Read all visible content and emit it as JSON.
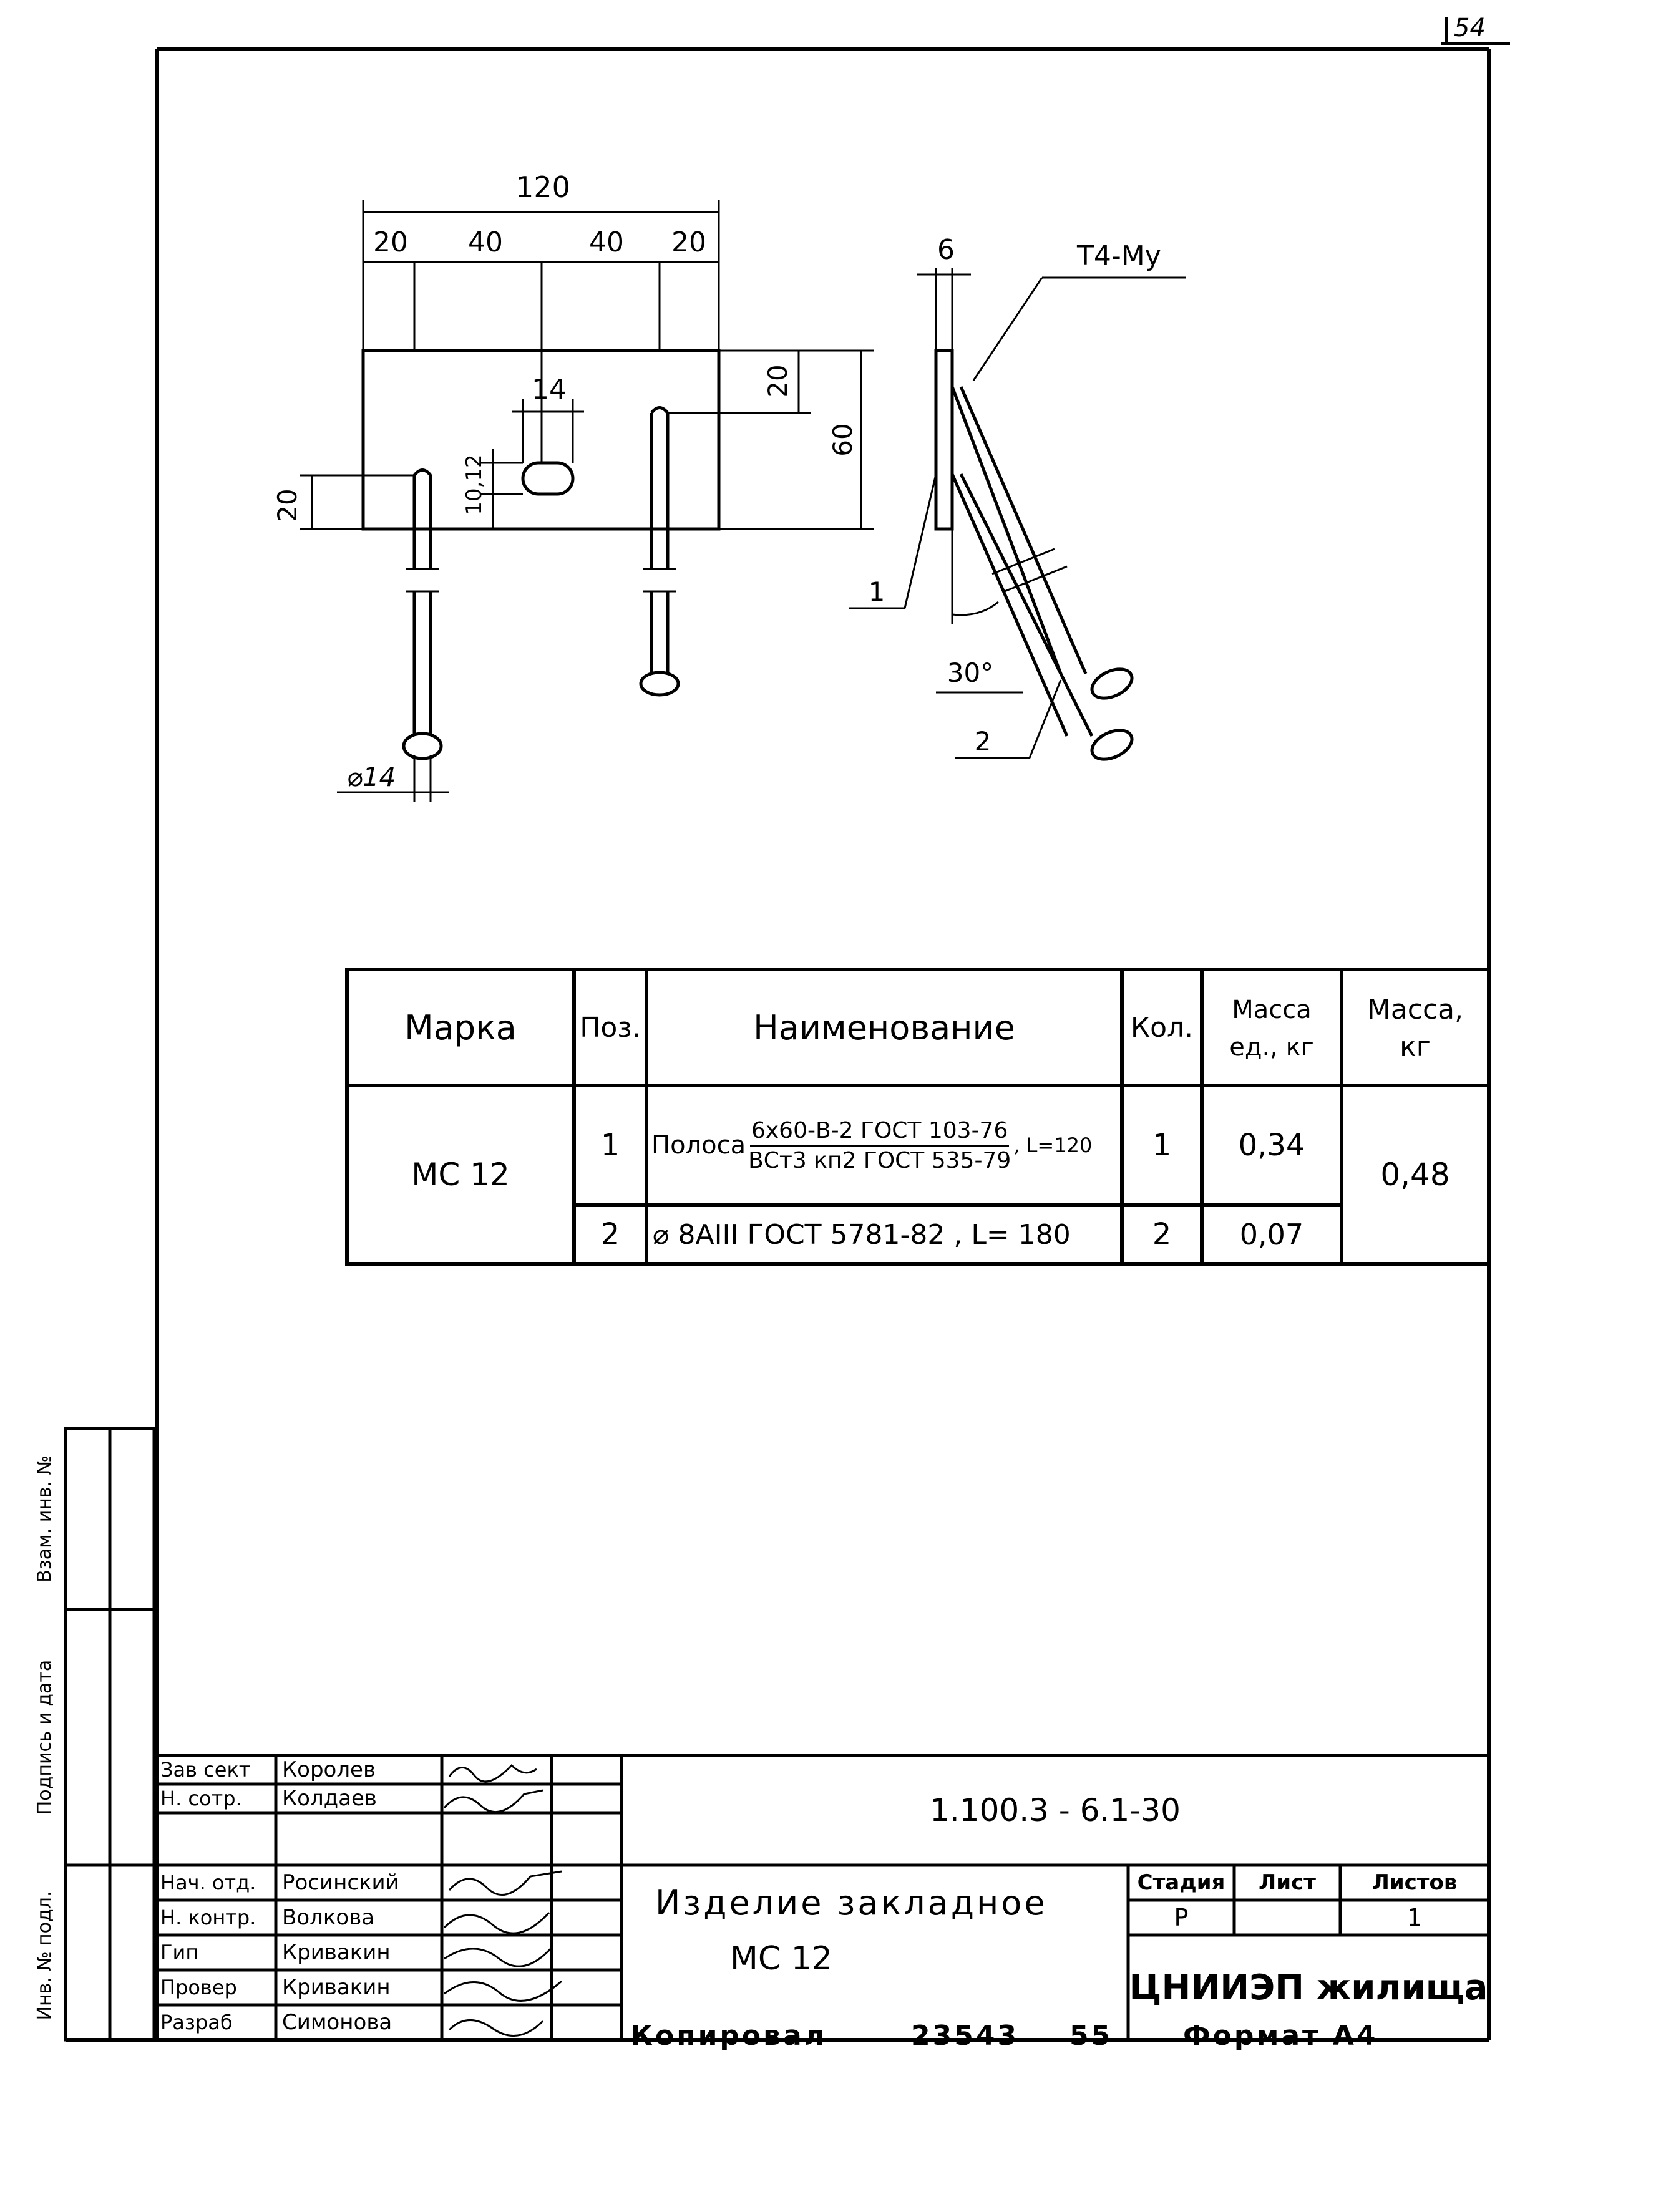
{
  "sheet_number": "54",
  "drawing": {
    "plan_dims": {
      "overall": "120",
      "segments": [
        "20",
        "40",
        "40",
        "20"
      ],
      "slot_width": "14",
      "slot_height": "10,12",
      "bar_offset_left": "20",
      "top_offset": "20",
      "height": "60",
      "bar_diameter": "⌀14"
    },
    "side_dims": {
      "plate_thickness": "6",
      "weld_mark": "Т4-Му",
      "angle": "30°",
      "callout_1": "1",
      "callout_2": "2"
    }
  },
  "spec_table": {
    "headers": {
      "mark": "Марка",
      "pos": "Поз.",
      "name": "Наименование",
      "qty": "Кол.",
      "unit_mass_line1": "Масса",
      "unit_mass_line2": "ед., кг",
      "mass_line1": "Масса,",
      "mass_line2": "кг"
    },
    "mark": "МС 12",
    "total_mass": "0,48",
    "rows": [
      {
        "pos": "1",
        "name_prefix": "Полоса",
        "name_numerator": "6х60-В-2 ГОСТ 103-76",
        "name_denominator": "ВСт3 кп2 ГОСТ 535-79",
        "name_suffix": ", L=120",
        "qty": "1",
        "unit_mass": "0,34"
      },
      {
        "pos": "2",
        "name": "⌀ 8АIII ГОСТ 5781-82 , L= 180",
        "qty": "2",
        "unit_mass": "0,07"
      }
    ]
  },
  "side_stamp": {
    "labels": [
      "Инв. № подл.",
      "Подпись и дата",
      "Взам. инв. №"
    ]
  },
  "title_block": {
    "people": [
      {
        "role": "Зав сект",
        "name": "Королев"
      },
      {
        "role": "Н. сотр.",
        "name": "Колдаев"
      },
      {
        "role": "Нач. отд.",
        "name": "Росинский"
      },
      {
        "role": "Н. контр.",
        "name": "Волкова"
      },
      {
        "role": "Гип",
        "name": "Кривакин"
      },
      {
        "role": "Провер",
        "name": "Кривакин"
      },
      {
        "role": "Разраб",
        "name": "Симонова"
      }
    ],
    "doc_code": "1.100.3 - 6.1-30",
    "title_line1": "Изделие закладное",
    "title_line2": "МС 12",
    "stage_header": "Стадия",
    "sheet_header": "Лист",
    "sheets_header": "Листов",
    "stage_value": "Р",
    "sheet_value": "",
    "sheets_value": "1",
    "organization": "ЦНИИЭП жилища"
  },
  "footer": {
    "copied": "Копировал",
    "number": "23543",
    "page": "55",
    "format": "Формат А4"
  }
}
